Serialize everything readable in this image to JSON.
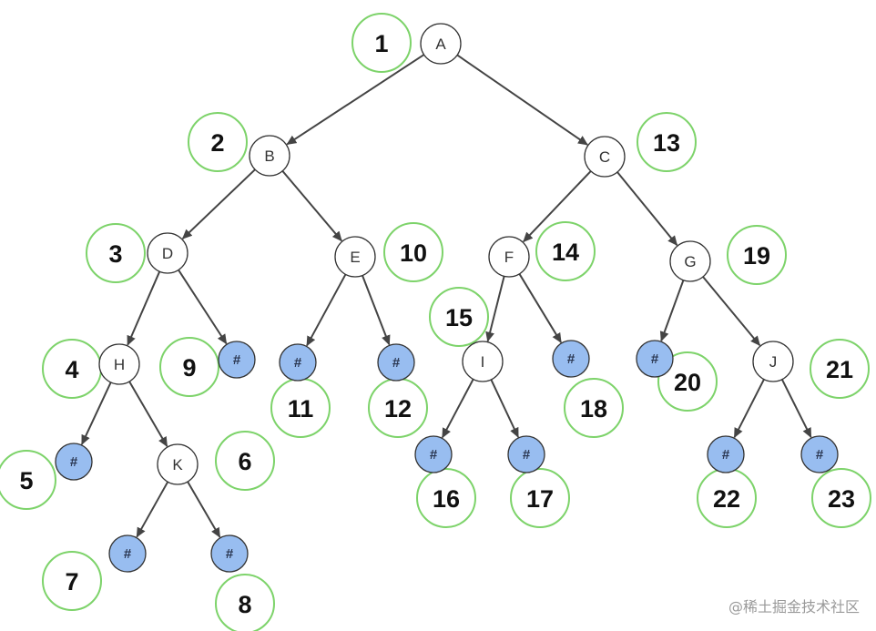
{
  "nodes": [
    {
      "id": "A",
      "label": "A"
    },
    {
      "id": "B",
      "label": "B"
    },
    {
      "id": "C",
      "label": "C"
    },
    {
      "id": "D",
      "label": "D"
    },
    {
      "id": "E",
      "label": "E"
    },
    {
      "id": "F",
      "label": "F"
    },
    {
      "id": "G",
      "label": "G"
    },
    {
      "id": "H",
      "label": "H"
    },
    {
      "id": "I",
      "label": "I"
    },
    {
      "id": "J",
      "label": "J"
    },
    {
      "id": "K",
      "label": "K"
    },
    {
      "id": "n5",
      "label": "#",
      "null": true
    },
    {
      "id": "n7",
      "label": "#",
      "null": true
    },
    {
      "id": "n8",
      "label": "#",
      "null": true
    },
    {
      "id": "n9",
      "label": "#",
      "null": true
    },
    {
      "id": "n11",
      "label": "#",
      "null": true
    },
    {
      "id": "n12",
      "label": "#",
      "null": true
    },
    {
      "id": "n16",
      "label": "#",
      "null": true
    },
    {
      "id": "n17",
      "label": "#",
      "null": true
    },
    {
      "id": "n18",
      "label": "#",
      "null": true
    },
    {
      "id": "n20",
      "label": "#",
      "null": true
    },
    {
      "id": "n22",
      "label": "#",
      "null": true
    },
    {
      "id": "n23",
      "label": "#",
      "null": true
    }
  ],
  "edges": [
    {
      "from": "A",
      "to": "B"
    },
    {
      "from": "A",
      "to": "C"
    },
    {
      "from": "B",
      "to": "D"
    },
    {
      "from": "B",
      "to": "E"
    },
    {
      "from": "D",
      "to": "H"
    },
    {
      "from": "D",
      "to": "n9"
    },
    {
      "from": "H",
      "to": "n5"
    },
    {
      "from": "H",
      "to": "K"
    },
    {
      "from": "K",
      "to": "n7"
    },
    {
      "from": "K",
      "to": "n8"
    },
    {
      "from": "E",
      "to": "n11"
    },
    {
      "from": "E",
      "to": "n12"
    },
    {
      "from": "C",
      "to": "F"
    },
    {
      "from": "C",
      "to": "G"
    },
    {
      "from": "F",
      "to": "I"
    },
    {
      "from": "F",
      "to": "n18"
    },
    {
      "from": "I",
      "to": "n16"
    },
    {
      "from": "I",
      "to": "n17"
    },
    {
      "from": "G",
      "to": "n20"
    },
    {
      "from": "G",
      "to": "J"
    },
    {
      "from": "J",
      "to": "n22"
    },
    {
      "from": "J",
      "to": "n23"
    }
  ],
  "order_labels": [
    "1",
    "2",
    "3",
    "4",
    "5",
    "6",
    "7",
    "8",
    "9",
    "10",
    "11",
    "12",
    "13",
    "14",
    "15",
    "16",
    "17",
    "18",
    "19",
    "20",
    "21",
    "22",
    "23"
  ],
  "watermark": "@稀土掘金技术社区",
  "colors": {
    "null_fill": "#98bdf0",
    "order_stroke": "#7dd36a",
    "edge": "#444444"
  }
}
